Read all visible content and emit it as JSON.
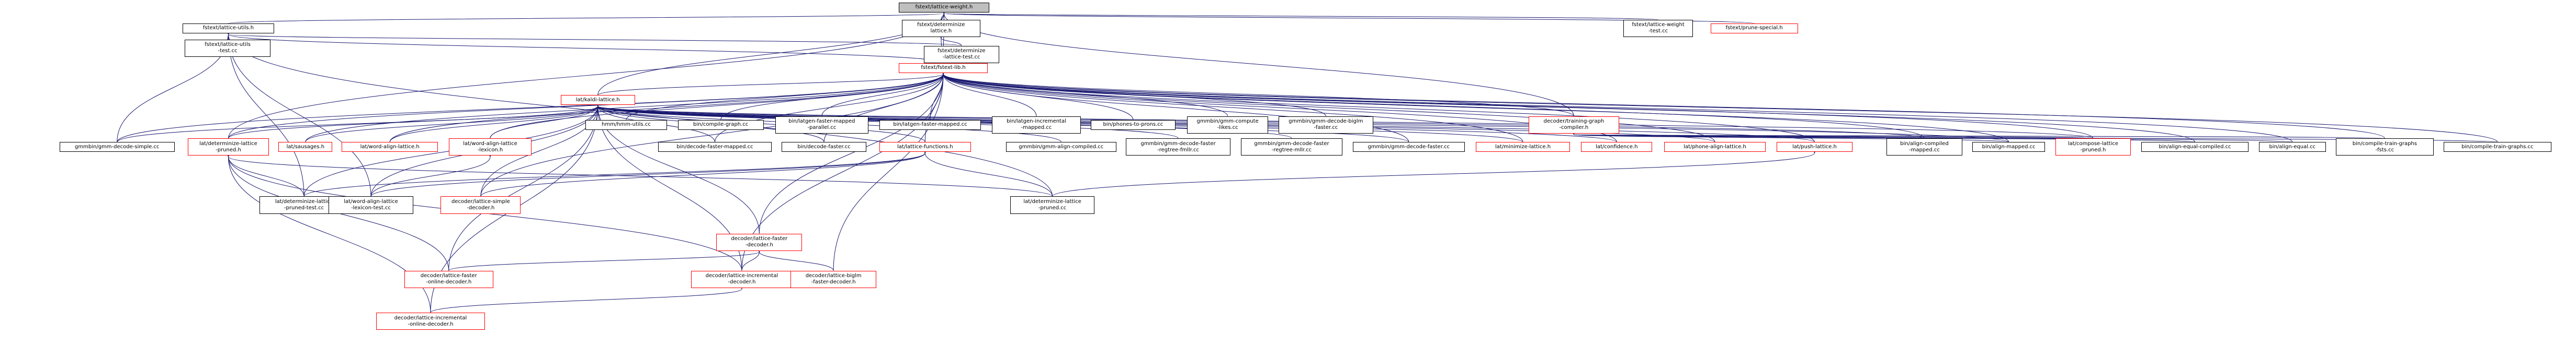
{
  "title": "fstext/lattice-weight.h",
  "colors": {
    "edge": "#191970",
    "border": "#000000",
    "red_border": "#ff0000",
    "root_fill": "#bfbfbf"
  },
  "nodes": [
    {
      "id": "n0",
      "label": "fstext/lattice-weight.h",
      "style": "root"
    },
    {
      "id": "n1",
      "label": "fstext/lattice-utils.h",
      "style": "normal"
    },
    {
      "id": "n2",
      "label": "fstext/determinize\nlattice.h",
      "style": "normal"
    },
    {
      "id": "n3",
      "label": "fstext/lattice-weight\n-test.cc",
      "style": "normal"
    },
    {
      "id": "n4",
      "label": "fstext/prune-special.h",
      "style": "red"
    },
    {
      "id": "n5",
      "label": "fstext/lattice-utils\n-test.cc",
      "style": "normal"
    },
    {
      "id": "n6",
      "label": "fstext/determinize\n-lattice-test.cc",
      "style": "normal"
    },
    {
      "id": "n7",
      "label": "fstext/fstext-lib.h",
      "style": "red"
    },
    {
      "id": "n8",
      "label": "lat/kaldi-lattice.h",
      "style": "red"
    },
    {
      "id": "n9",
      "label": "hmm/hmm-utils.cc",
      "style": "normal"
    },
    {
      "id": "n10",
      "label": "bin/compile-graph.cc",
      "style": "normal"
    },
    {
      "id": "n11",
      "label": "bin/latgen-faster-mapped\n-parallel.cc",
      "style": "normal"
    },
    {
      "id": "n12",
      "label": "bin/latgen-faster-mapped.cc",
      "style": "normal"
    },
    {
      "id": "n13",
      "label": "bin/latgen-incremental\n-mapped.cc",
      "style": "normal"
    },
    {
      "id": "n14",
      "label": "bin/phones-to-prons.cc",
      "style": "normal"
    },
    {
      "id": "n15",
      "label": "gmmbin/gmm-compute\n-likes.cc",
      "style": "normal"
    },
    {
      "id": "n16",
      "label": "gmmbin/gmm-decode-biglm\n-faster.cc",
      "style": "normal"
    },
    {
      "id": "n17",
      "label": "decoder/training-graph\n-compiler.h",
      "style": "red"
    },
    {
      "id": "n18",
      "label": "gmmbin/gmm-decode-simple.cc",
      "style": "normal"
    },
    {
      "id": "n19",
      "label": "lat/determinize-lattice\n-pruned.h",
      "style": "red"
    },
    {
      "id": "n20",
      "label": "lat/sausages.h",
      "style": "red"
    },
    {
      "id": "n21",
      "label": "lat/word-align-lattice.h",
      "style": "red"
    },
    {
      "id": "n22",
      "label": "lat/word-align-lattice\n-lexicon.h",
      "style": "red"
    },
    {
      "id": "n23",
      "label": "lat/lattice-functions.h",
      "style": "red"
    },
    {
      "id": "n24",
      "label": "bin/decode-faster-mapped.cc",
      "style": "normal"
    },
    {
      "id": "n25",
      "label": "bin/decode-faster.cc",
      "style": "normal"
    },
    {
      "id": "n26",
      "label": "gmmbin/gmm-align-compiled.cc",
      "style": "normal"
    },
    {
      "id": "n27",
      "label": "gmmbin/gmm-decode-faster\n-regtree-fmllr.cc",
      "style": "normal"
    },
    {
      "id": "n28",
      "label": "gmmbin/gmm-decode-faster\n-regtree-mllr.cc",
      "style": "normal"
    },
    {
      "id": "n29",
      "label": "gmmbin/gmm-decode-faster.cc",
      "style": "normal"
    },
    {
      "id": "n30",
      "label": "lat/minimize-lattice.h",
      "style": "red"
    },
    {
      "id": "n31",
      "label": "lat/confidence.h",
      "style": "red"
    },
    {
      "id": "n32",
      "label": "lat/phone-align-lattice.h",
      "style": "red"
    },
    {
      "id": "n33",
      "label": "lat/push-lattice.h",
      "style": "red"
    },
    {
      "id": "n34",
      "label": "bin/align-compiled\n-mapped.cc",
      "style": "normal"
    },
    {
      "id": "n35",
      "label": "bin/align-mapped.cc",
      "style": "normal"
    },
    {
      "id": "n36",
      "label": "lat/compose-lattice\n-pruned.h",
      "style": "red"
    },
    {
      "id": "n37",
      "label": "bin/align-equal-compiled.cc",
      "style": "normal"
    },
    {
      "id": "n38",
      "label": "bin/align-equal.cc",
      "style": "normal"
    },
    {
      "id": "n39",
      "label": "bin/compile-train-graphs\n-fsts.cc",
      "style": "normal"
    },
    {
      "id": "n40",
      "label": "bin/compile-train-graphs.cc",
      "style": "normal"
    },
    {
      "id": "n41",
      "label": "lat/determinize-lattice\n-pruned-test.cc",
      "style": "normal"
    },
    {
      "id": "n42",
      "label": "lat/word-align-lattice\n-lexicon-test.cc",
      "style": "normal"
    },
    {
      "id": "n43",
      "label": "decoder/lattice-simple\n-decoder.h",
      "style": "red"
    },
    {
      "id": "n44",
      "label": "lat/determinize-lattice\n-pruned.cc",
      "style": "normal"
    },
    {
      "id": "n45",
      "label": "decoder/lattice-faster\n-decoder.h",
      "style": "red"
    },
    {
      "id": "n46",
      "label": "decoder/lattice-faster\n-online-decoder.h",
      "style": "red"
    },
    {
      "id": "n47",
      "label": "decoder/lattice-incremental\n-decoder.h",
      "style": "red"
    },
    {
      "id": "n48",
      "label": "decoder/lattice-biglm\n-faster-decoder.h",
      "style": "red"
    },
    {
      "id": "n49",
      "label": "decoder/lattice-incremental\n-online-decoder.h",
      "style": "red"
    }
  ],
  "edges": [
    [
      "n0",
      "n1"
    ],
    [
      "n0",
      "n2"
    ],
    [
      "n0",
      "n3"
    ],
    [
      "n0",
      "n4"
    ],
    [
      "n0",
      "n7"
    ],
    [
      "n0",
      "n8"
    ],
    [
      "n0",
      "n19"
    ],
    [
      "n0",
      "n17"
    ],
    [
      "n1",
      "n5"
    ],
    [
      "n1",
      "n6"
    ],
    [
      "n1",
      "n7"
    ],
    [
      "n1",
      "n18"
    ],
    [
      "n1",
      "n41"
    ],
    [
      "n1",
      "n42"
    ],
    [
      "n1",
      "n44"
    ],
    [
      "n2",
      "n6"
    ],
    [
      "n2",
      "n7"
    ],
    [
      "n7",
      "n8"
    ],
    [
      "n7",
      "n9"
    ],
    [
      "n7",
      "n10"
    ],
    [
      "n7",
      "n11"
    ],
    [
      "n7",
      "n12"
    ],
    [
      "n7",
      "n13"
    ],
    [
      "n7",
      "n14"
    ],
    [
      "n7",
      "n15"
    ],
    [
      "n7",
      "n16"
    ],
    [
      "n7",
      "n17"
    ],
    [
      "n7",
      "n18"
    ],
    [
      "n7",
      "n19"
    ],
    [
      "n7",
      "n20"
    ],
    [
      "n7",
      "n21"
    ],
    [
      "n7",
      "n22"
    ],
    [
      "n7",
      "n23"
    ],
    [
      "n7",
      "n24"
    ],
    [
      "n7",
      "n25"
    ],
    [
      "n7",
      "n29"
    ],
    [
      "n7",
      "n30"
    ],
    [
      "n7",
      "n31"
    ],
    [
      "n7",
      "n32"
    ],
    [
      "n7",
      "n33"
    ],
    [
      "n7",
      "n34"
    ],
    [
      "n7",
      "n35"
    ],
    [
      "n7",
      "n36"
    ],
    [
      "n7",
      "n37"
    ],
    [
      "n7",
      "n38"
    ],
    [
      "n7",
      "n39"
    ],
    [
      "n7",
      "n40"
    ],
    [
      "n7",
      "n43"
    ],
    [
      "n7",
      "n45"
    ],
    [
      "n7",
      "n47"
    ],
    [
      "n7",
      "n48"
    ],
    [
      "n8",
      "n18"
    ],
    [
      "n8",
      "n19"
    ],
    [
      "n8",
      "n20"
    ],
    [
      "n8",
      "n21"
    ],
    [
      "n8",
      "n22"
    ],
    [
      "n8",
      "n23"
    ],
    [
      "n8",
      "n24"
    ],
    [
      "n8",
      "n25"
    ],
    [
      "n8",
      "n26"
    ],
    [
      "n8",
      "n27"
    ],
    [
      "n8",
      "n28"
    ],
    [
      "n8",
      "n29"
    ],
    [
      "n8",
      "n30"
    ],
    [
      "n8",
      "n31"
    ],
    [
      "n8",
      "n32"
    ],
    [
      "n8",
      "n33"
    ],
    [
      "n8",
      "n34"
    ],
    [
      "n8",
      "n35"
    ],
    [
      "n8",
      "n36"
    ],
    [
      "n8",
      "n41"
    ],
    [
      "n8",
      "n42"
    ],
    [
      "n8",
      "n43"
    ],
    [
      "n8",
      "n45"
    ],
    [
      "n8",
      "n46"
    ],
    [
      "n8",
      "n47"
    ],
    [
      "n8",
      "n49"
    ],
    [
      "n17",
      "n34"
    ],
    [
      "n17",
      "n35"
    ],
    [
      "n17",
      "n36"
    ],
    [
      "n17",
      "n37"
    ],
    [
      "n17",
      "n38"
    ],
    [
      "n17",
      "n39"
    ],
    [
      "n17",
      "n40"
    ],
    [
      "n19",
      "n41"
    ],
    [
      "n19",
      "n44"
    ],
    [
      "n19",
      "n46"
    ],
    [
      "n19",
      "n47"
    ],
    [
      "n19",
      "n49"
    ],
    [
      "n22",
      "n42"
    ],
    [
      "n23",
      "n41"
    ],
    [
      "n23",
      "n42"
    ],
    [
      "n23",
      "n44"
    ],
    [
      "n23",
      "n43"
    ],
    [
      "n33",
      "n44"
    ],
    [
      "n45",
      "n46"
    ],
    [
      "n45",
      "n47"
    ],
    [
      "n45",
      "n48"
    ],
    [
      "n47",
      "n49"
    ]
  ]
}
